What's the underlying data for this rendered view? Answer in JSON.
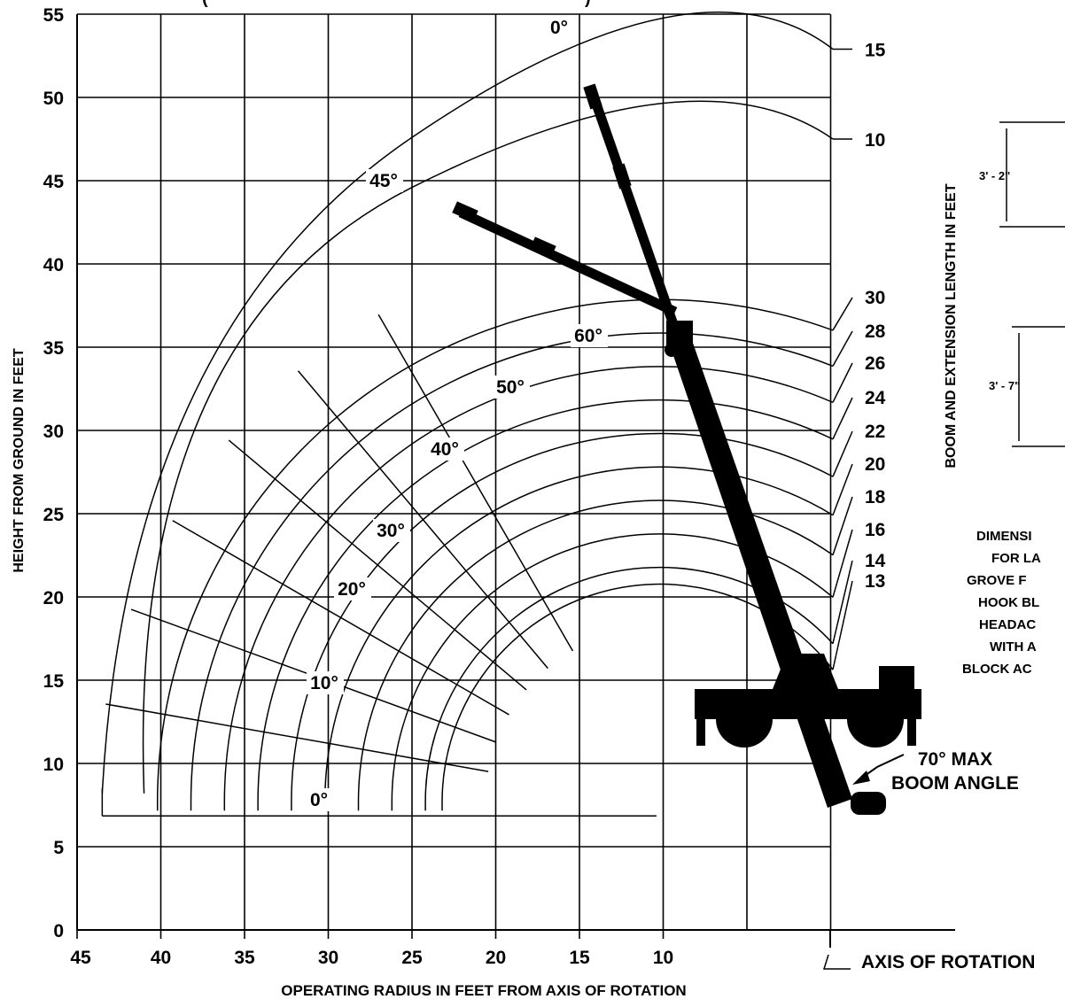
{
  "chart_data": {
    "type": "range-diagram",
    "xlabel": "OPERATING RADIUS IN FEET FROM AXIS OF ROTATION",
    "ylabel": "HEIGHT FROM GROUND IN FEET",
    "right_label": "BOOM AND EXTENSION LENGTH IN FEET",
    "title_fragment": "(",
    "title_fragment_end": ")",
    "xlim": [
      45,
      0
    ],
    "ylim": [
      0,
      55
    ],
    "x_ticks": [
      45,
      40,
      35,
      30,
      25,
      20,
      15,
      10
    ],
    "y_ticks": [
      0,
      5,
      10,
      15,
      20,
      25,
      30,
      35,
      40,
      45,
      50,
      55
    ],
    "x_tick_labels": [
      "45",
      "40",
      "35",
      "30",
      "25",
      "20",
      "15",
      "10"
    ],
    "y_tick_labels": [
      "0",
      "5",
      "10",
      "15",
      "20",
      "25",
      "30",
      "35",
      "40",
      "45",
      "50",
      "55"
    ],
    "grid": true,
    "pivot": {
      "radius": 10.2,
      "height": 7.7
    },
    "boom_length_arcs": [
      {
        "length": 13,
        "label": "13"
      },
      {
        "length": 14,
        "label": "14"
      },
      {
        "length": 16,
        "label": "16"
      },
      {
        "length": 18,
        "label": "18"
      },
      {
        "length": 20,
        "label": "20"
      },
      {
        "length": 22,
        "label": "22"
      },
      {
        "length": 24,
        "label": "24"
      },
      {
        "length": 26,
        "label": "26"
      },
      {
        "length": 28,
        "label": "28"
      },
      {
        "length": 30,
        "label": "30"
      }
    ],
    "extension_arcs": [
      {
        "label": "10",
        "height_at_zero": 47.8
      },
      {
        "label": "15",
        "height_at_zero": 52.9
      }
    ],
    "boom_angle_lines": [
      {
        "angle": 0,
        "label": "0°"
      },
      {
        "angle": 10,
        "label": "10°"
      },
      {
        "angle": 20,
        "label": "20°"
      },
      {
        "angle": 30,
        "label": "30°"
      },
      {
        "angle": 40,
        "label": "40°"
      },
      {
        "angle": 50,
        "label": "50°"
      },
      {
        "angle": 60,
        "label": "60°"
      }
    ],
    "extension_offset_labels": [
      {
        "label": "0°"
      },
      {
        "label": "45°"
      }
    ],
    "annotations": {
      "max_angle_line1": "70° MAX",
      "max_angle_line2": "BOOM ANGLE",
      "axis_of_rotation": "AXIS OF ROTATION",
      "dim1": "3' - 2\"",
      "dim2": "3' - 7\"",
      "note_lines": [
        "DIMENSI",
        "FOR LA",
        "GROVE F",
        "HOOK BL",
        "HEADAC",
        "WITH A",
        "BLOCK AC"
      ]
    }
  }
}
